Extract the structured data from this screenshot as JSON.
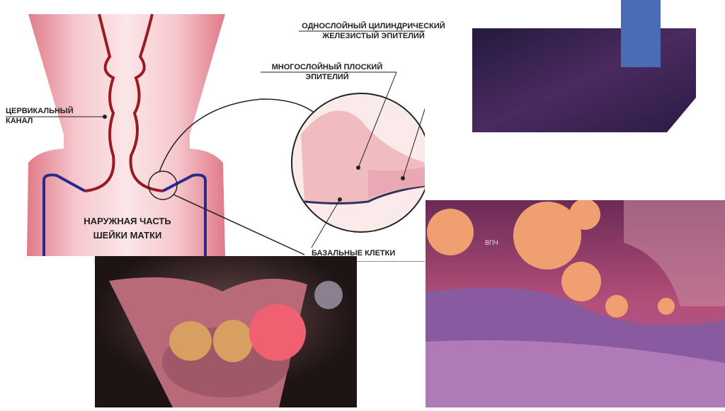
{
  "diagram": {
    "cervical_canal_label": [
      "ЦЕРВИКАЛЬНЫЙ",
      "КАНАЛ"
    ],
    "external_part_label": [
      "НАРУЖНАЯ ЧАСТЬ",
      "ШЕЙКИ МАТКИ"
    ],
    "columnar_epithelium_label": [
      "ОДНОСЛОЙНЫЙ ЦИЛИНДРИЧЕСКИЙ",
      "ЖЕЛЕЗИСТЫЙ ЭПИТЕЛИЙ"
    ],
    "squamous_epithelium_label": [
      "МНОГОСЛОЙНЫЙ ПЛОСКИЙ",
      "ЭПИТЕЛИЙ"
    ],
    "basal_cells_label": "БАЗАЛЬНЫЕ КЛЕТКИ"
  },
  "illustration": {
    "hpv_label": "ВПЧ"
  },
  "colors": {
    "title_bg": "#3a2150",
    "accent_blue": "#4a6bb5",
    "tissue_pink": "#f2b8c0",
    "canal_red": "#9a1a22",
    "epithelium_blue": "#2a2a8a"
  }
}
